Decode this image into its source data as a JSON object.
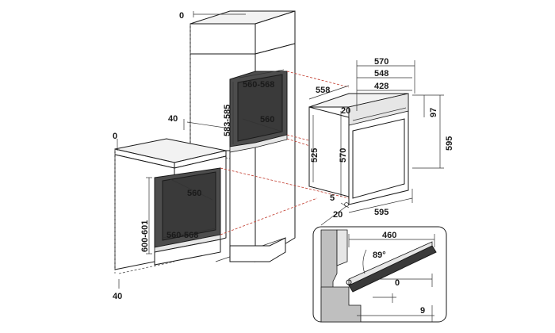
{
  "dimensions": {
    "tall_top_clearance": "0",
    "tall_side_gap": "40",
    "tall_niche_width": "560-568",
    "tall_niche_height": "583-585",
    "tall_niche_depth": "560",
    "base_top_clearance": "0",
    "base_niche_depth": "560",
    "base_niche_height": "600-601",
    "base_niche_width": "560-568",
    "base_bottom_gap": "40",
    "oven_total_width": "570",
    "oven_body_width": "548",
    "oven_inner_width": "428",
    "oven_depth": "558",
    "oven_front_offset": "20",
    "oven_panel_depth": "97",
    "oven_body_height": "525",
    "oven_front_height": "570",
    "oven_total_height": "595",
    "oven_front_width": "595",
    "oven_bottom_offset": "5",
    "oven_bottom_side": "20",
    "door_open_reach": "460",
    "door_angle": "89°",
    "door_clearance": "0",
    "door_bottom_gap": "9"
  }
}
